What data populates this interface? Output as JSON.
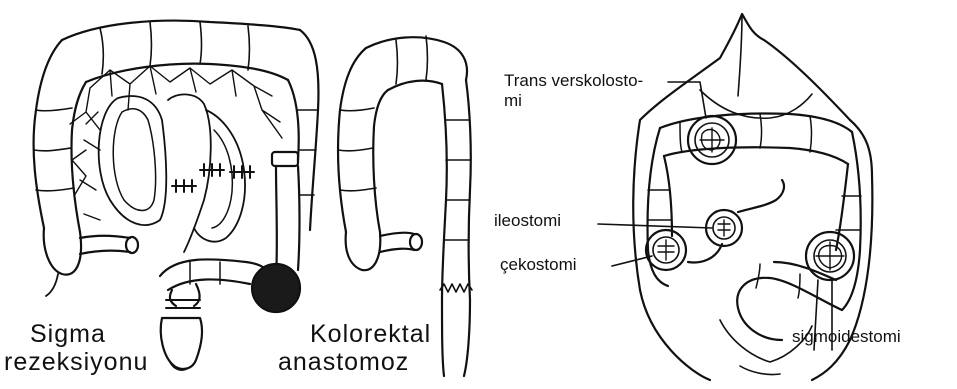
{
  "figure": {
    "panels": [
      {
        "id": "sigma",
        "label_line1": "Sigma",
        "label_line2": "rezeksiyonu"
      },
      {
        "id": "kolorektal",
        "label_line1": "Kolorektаl",
        "label_line2": "anastomoz"
      },
      {
        "id": "ostomies",
        "labels": {
          "transverse_line1": "Trans verskolosto-",
          "transverse_line2": "mi",
          "ileostomi": "ileostomi",
          "cekostomi": "çekostomi",
          "sigmoidestomi": "sigmoidestomi"
        }
      }
    ]
  },
  "colors": {
    "ink": "#111111",
    "background": "#ffffff",
    "dark_mass": "#1a1a1a"
  }
}
